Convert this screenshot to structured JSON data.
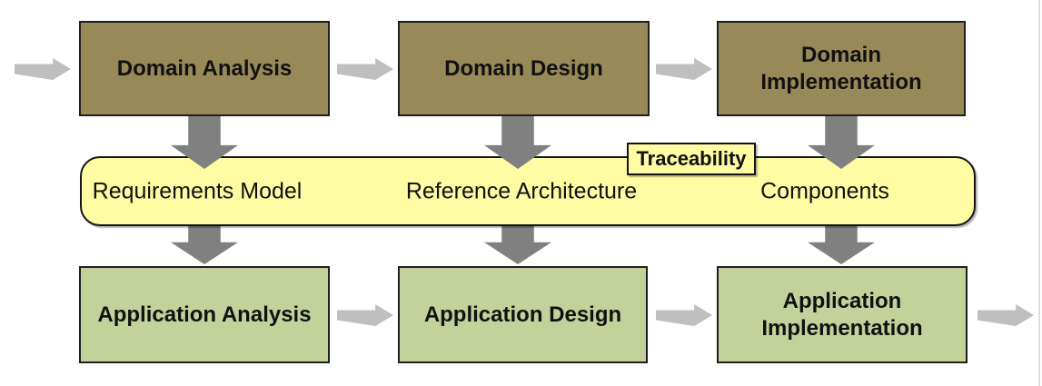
{
  "colors": {
    "domain_box_fill": "#978a58",
    "application_box_fill": "#c3d29b",
    "artifact_band_fill": "#fffca3",
    "box_border": "#1f1f1f",
    "vertical_arrow_gray": "#808080",
    "horizontal_arrow_gray": "#bfbfbf",
    "text": "#111111"
  },
  "domain_row": {
    "boxes": [
      {
        "label": "Domain Analysis"
      },
      {
        "label": "Domain Design"
      },
      {
        "label": "Domain Implementation"
      }
    ]
  },
  "artifact_band": {
    "tag_label": "Traceability",
    "items": [
      {
        "label": "Requirements Model"
      },
      {
        "label": "Reference Architecture"
      },
      {
        "label": "Components"
      }
    ]
  },
  "application_row": {
    "boxes": [
      {
        "label": "Application Analysis"
      },
      {
        "label": "Application Design"
      },
      {
        "label": "Application Implementation"
      }
    ]
  }
}
